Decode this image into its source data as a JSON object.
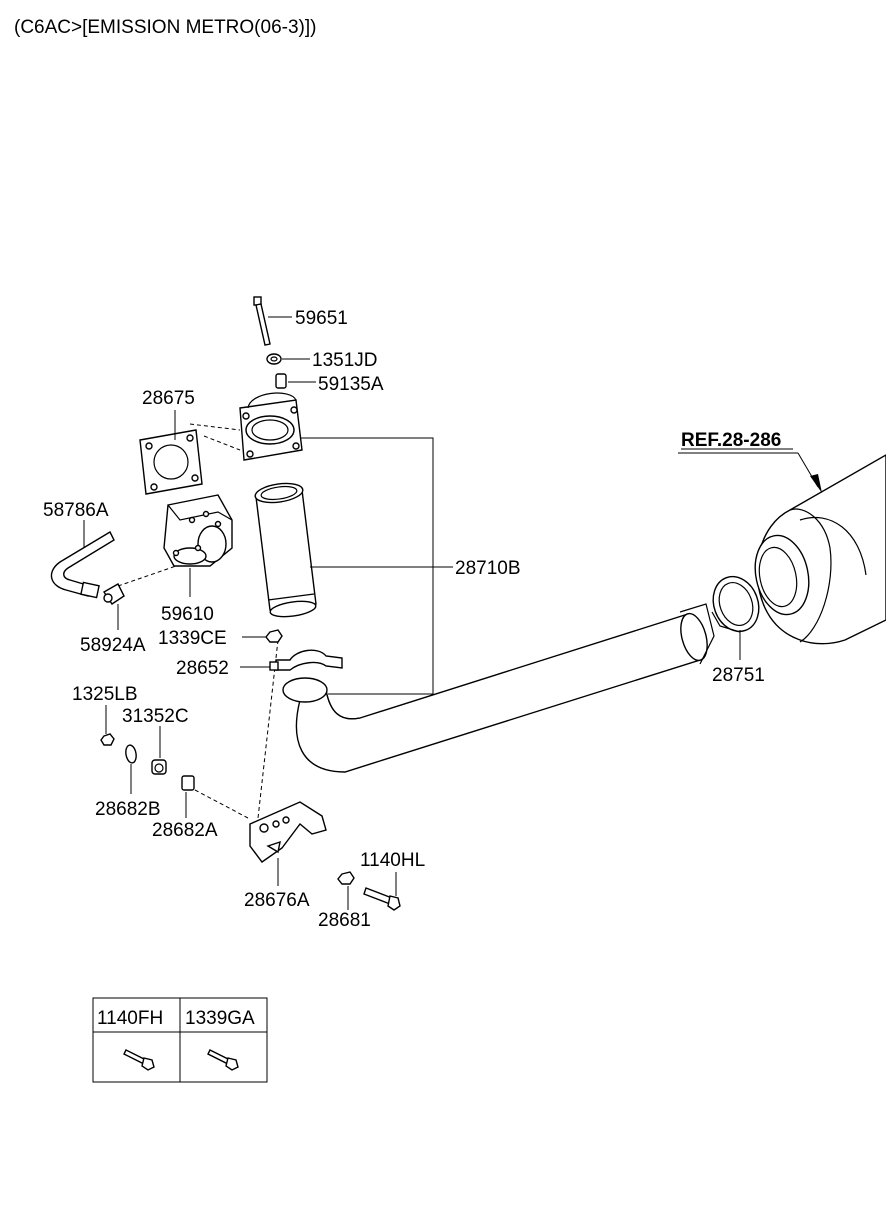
{
  "title": "(C6AC>[EMISSION METRO(06-3)])",
  "reference": "REF.28-286",
  "parts": [
    {
      "id": "p-59651",
      "code": "59651"
    },
    {
      "id": "p-1351JD",
      "code": "1351JD"
    },
    {
      "id": "p-59135A",
      "code": "59135A"
    },
    {
      "id": "p-28675",
      "code": "28675"
    },
    {
      "id": "p-58786A",
      "code": "58786A"
    },
    {
      "id": "p-28710B",
      "code": "28710B"
    },
    {
      "id": "p-59610",
      "code": "59610"
    },
    {
      "id": "p-58924A",
      "code": "58924A"
    },
    {
      "id": "p-1339CE",
      "code": "1339CE"
    },
    {
      "id": "p-28652",
      "code": "28652"
    },
    {
      "id": "p-28751",
      "code": "28751"
    },
    {
      "id": "p-1325LB",
      "code": "1325LB"
    },
    {
      "id": "p-31352C",
      "code": "31352C"
    },
    {
      "id": "p-28682B",
      "code": "28682B"
    },
    {
      "id": "p-28682A",
      "code": "28682A"
    },
    {
      "id": "p-1140HL",
      "code": "1140HL"
    },
    {
      "id": "p-28676A",
      "code": "28676A"
    },
    {
      "id": "p-28681",
      "code": "28681"
    }
  ],
  "legend_table": {
    "columns": [
      "1140FH",
      "1339GA"
    ]
  }
}
